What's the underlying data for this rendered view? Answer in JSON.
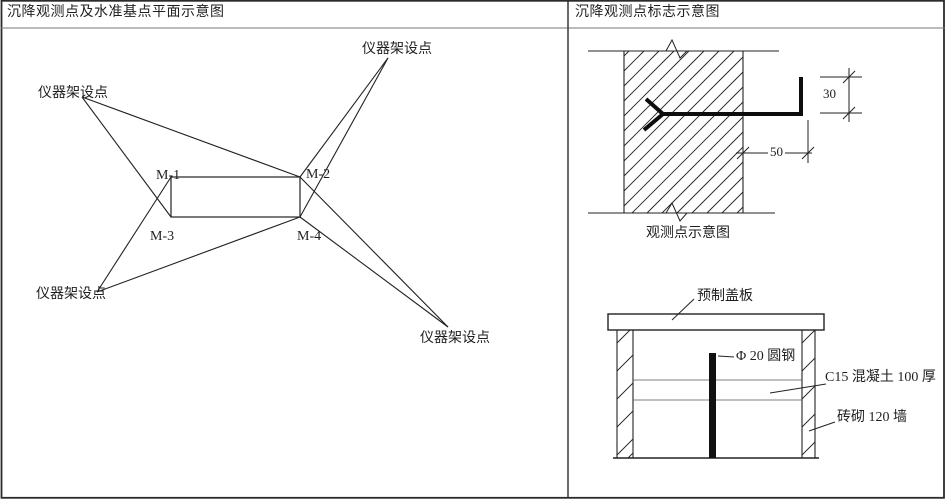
{
  "left_panel": {
    "title": "沉降观测点及水准基点平面示意图",
    "instrument_points": [
      {
        "label": "仪器架设点",
        "position": "top-left"
      },
      {
        "label": "仪器架设点",
        "position": "top-right"
      },
      {
        "label": "仪器架设点",
        "position": "bottom-left"
      },
      {
        "label": "仪器架设点",
        "position": "bottom-right"
      }
    ],
    "markers": [
      {
        "label": "M-1"
      },
      {
        "label": "M-2"
      },
      {
        "label": "M-3"
      },
      {
        "label": "M-4"
      }
    ]
  },
  "right_panel": {
    "title": "沉降观测点标志示意图",
    "marker_detail": {
      "dim_height": "30",
      "dim_offset": "50",
      "caption": "观测点示意图"
    },
    "benchmark_detail": {
      "cover_label": "预制盖板",
      "rod_label": "Φ 20 圆钢",
      "concrete_label": "C15 混凝土 100 厚",
      "wall_label": "砖砌 120 墙"
    }
  },
  "colors": {
    "background": "#ffffff",
    "line": "#1f1f1f",
    "border": "#2b2b2b",
    "header_rule": "#777777"
  }
}
